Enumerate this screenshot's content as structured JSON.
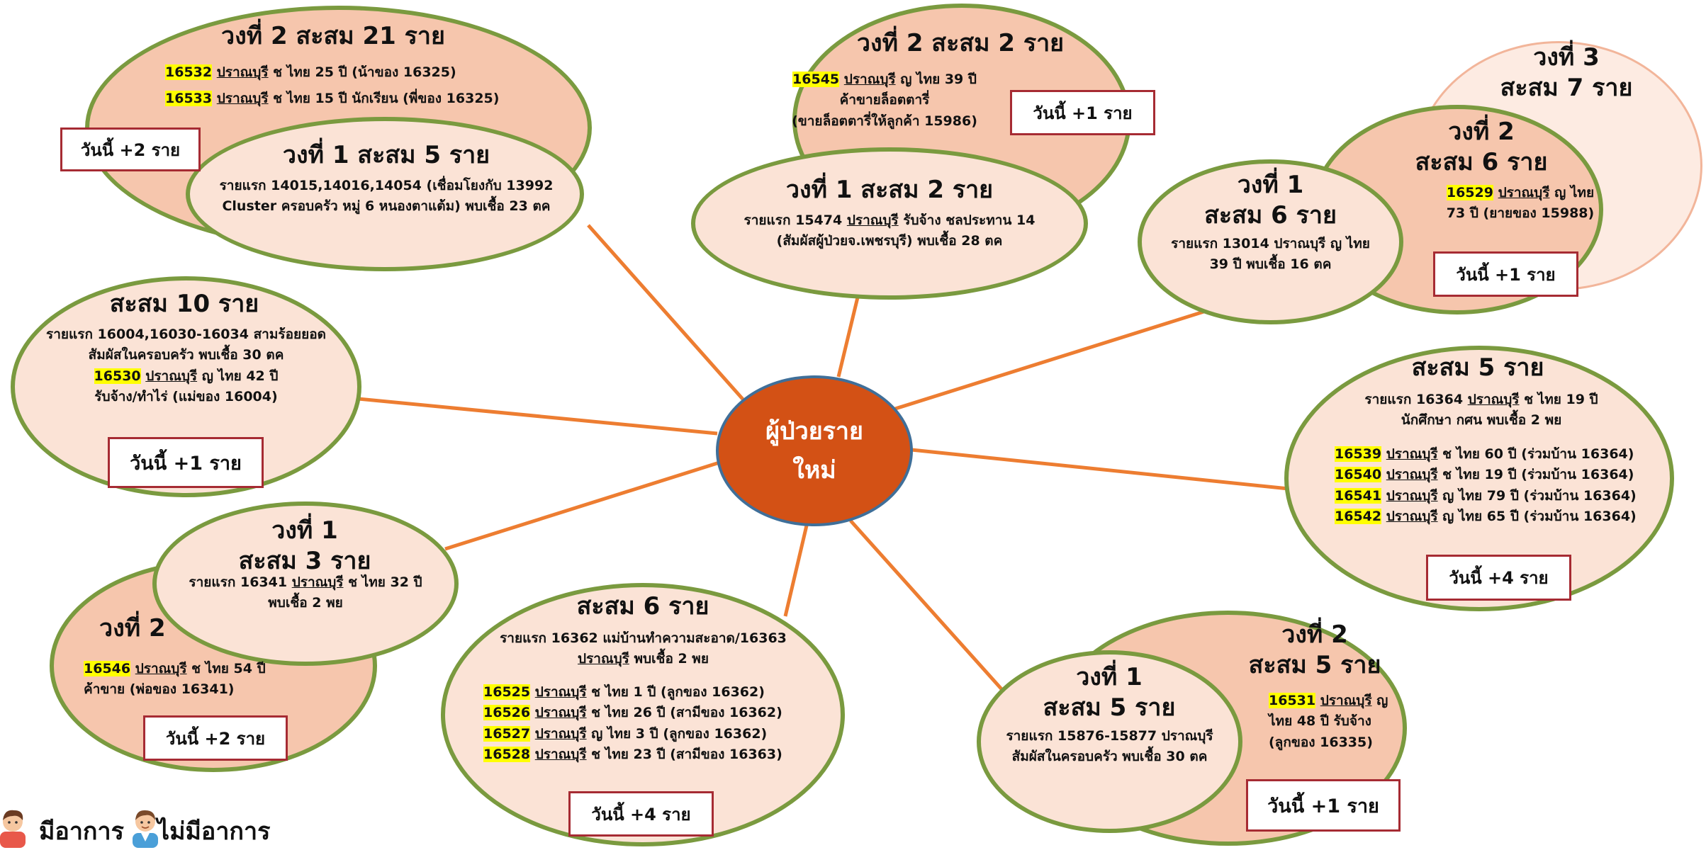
{
  "center": {
    "line1": "ผู้ป่วยราย",
    "line2": "ใหม่"
  },
  "colors": {
    "connector": "#ed7d31",
    "center_fill": "#d35115",
    "ring_border": "#7a9a3f",
    "ring_light": "#fbe3d6",
    "ring_dark": "#f6c6ad",
    "highlight": "#ffff00",
    "today_border": "#a62b33"
  },
  "c1": {
    "wave2_title": "วงที่ 2 สะสม 21 ราย",
    "wave2_line1": {
      "id": "16532",
      "loc": "ปราณบุรี",
      "rest": " ช ไทย 25 ปี (น้าของ 16325)"
    },
    "wave2_line2": {
      "id": "16533",
      "loc": "ปราณบุรี",
      "rest": " ช ไทย 15 ปี  นักเรียน (พี่ของ 16325)"
    },
    "today": "วันนี้ +2 ราย",
    "wave1_title": "วงที่ 1 สะสม 5 ราย",
    "wave1_line1": "รายแรก 14015,14016,14054 (เชื่อมโยงกับ 13992",
    "wave1_line2": "Cluster ครอบครัว หมู่ 6 หนองตาแต้ม) พบเชื้อ 23 ตค"
  },
  "c2": {
    "wave2_title": "วงที่ 2 สะสม 2 ราย",
    "wave2_line1": {
      "id": "16545",
      "loc": "ปราณบุรี",
      "rest": " ญ ไทย 39 ปี"
    },
    "wave2_line2": "ค้าขายล็อตตารี่",
    "wave2_line3": "(ขายล็อตตารี่ให้ลูกค้า 15986)",
    "today": "วันนี้ +1 ราย",
    "wave1_title": "วงที่ 1 สะสม 2 ราย",
    "wave1_line1": {
      "pre": "รายแรก 15474 ",
      "loc": "ปราณบุรี",
      "rest": " รับจ้าง ชลประทาน 14"
    },
    "wave1_line2": "(สัมผัสผู้ป่วยจ.เพชรบุรี) พบเชื้อ 28 ตค"
  },
  "c3": {
    "wave3_title_1": "วงที่ 3",
    "wave3_title_2": "สะสม 7 ราย",
    "wave2_title_1": "วงที่ 2",
    "wave2_title_2": "สะสม 6 ราย",
    "wave2_line1": {
      "id": "16529",
      "loc": "ปราณบุรี",
      "rest": " ญ ไทย"
    },
    "wave2_line2": "73 ปี (ยายของ 15988)",
    "today": "วันนี้ +1 ราย",
    "wave1_title_1": "วงที่ 1",
    "wave1_title_2": "สะสม 6 ราย",
    "wave1_line1": "รายแรก 13014 ปราณบุรี ญ ไทย",
    "wave1_line2": "39 ปี พบเชื้อ 16 ตค"
  },
  "c4": {
    "title": "สะสม 10 ราย",
    "line1": "รายแรก 16004,16030-16034 สามร้อยยอด",
    "line2": "สัมผัสในครอบครัว พบเชื้อ 30 ตค",
    "line3": {
      "id": "16530",
      "loc": "ปราณบุรี",
      "rest": " ญ ไทย 42 ปี"
    },
    "line4": "รับจ้าง/ทำไร่ (แม่ของ 16004)",
    "today": "วันนี้ +1 ราย"
  },
  "c5": {
    "title": "สะสม 5 ราย",
    "line1": {
      "pre": "รายแรก 16364 ",
      "loc": "ปราณบุรี",
      "rest": " ช ไทย 19 ปี"
    },
    "line2": "นักศึกษา กศน พบเชื้อ 2 พย",
    "rows": [
      {
        "id": "16539",
        "loc": "ปราณบุรี",
        "rest": " ช ไทย 60 ปี (ร่วมบ้าน 16364)"
      },
      {
        "id": "16540",
        "loc": "ปราณบุรี",
        "rest": " ช ไทย 19 ปี (ร่วมบ้าน 16364)"
      },
      {
        "id": "16541",
        "loc": "ปราณบุรี",
        "rest": " ญ ไทย 79 ปี (ร่วมบ้าน 16364)"
      },
      {
        "id": "16542",
        "loc": "ปราณบุรี",
        "rest": " ญ ไทย 65 ปี (ร่วมบ้าน 16364)"
      }
    ],
    "today": "วันนี้ +4 ราย"
  },
  "c6": {
    "wave2_title": "วงที่ 2",
    "wave2_line1": {
      "id": "16546",
      "loc": "ปราณบุรี",
      "rest": " ช ไทย 54 ปี"
    },
    "wave2_line2": "ค้าขาย (พ่อของ 16341)",
    "today": "วันนี้ +2 ราย",
    "wave1_title_1": "วงที่ 1",
    "wave1_title_2": "สะสม 3 ราย",
    "wave1_line1": {
      "pre": "รายแรก 16341 ",
      "loc": "ปราณบุรี",
      "rest": " ช ไทย 32 ปี"
    },
    "wave1_line2": "พบเชื้อ 2 พย"
  },
  "c7": {
    "title": "สะสม 6 ราย",
    "line1": "รายแรก 16362 แม่บ้านทำความสะอาด/16363",
    "line2": {
      "loc": "ปราณบุรี",
      "rest": " พบเชื้อ 2 พย"
    },
    "rows": [
      {
        "id": "16525",
        "loc": "ปราณบุรี",
        "rest": " ช ไทย 1 ปี (ลูกของ 16362)"
      },
      {
        "id": "16526",
        "loc": "ปราณบุรี",
        "rest": " ช ไทย 26 ปี (สามีของ 16362)"
      },
      {
        "id": "16527",
        "loc": "ปราณบุรี",
        "rest": " ญ ไทย 3 ปี (ลูกของ 16362)"
      },
      {
        "id": "16528",
        "loc": "ปราณบุรี",
        "rest": " ช ไทย 23 ปี (สามีของ 16363)"
      }
    ],
    "today": "วันนี้ +4 ราย"
  },
  "c8": {
    "wave2_title_1": "วงที่ 2",
    "wave2_title_2": "สะสม 5 ราย",
    "wave2_line1": {
      "id": "16531",
      "loc": "ปราณบุรี",
      "rest": " ญ"
    },
    "wave2_line2": "ไทย 48 ปี รับจ้าง",
    "wave2_line3": "(ลูกของ 16335)",
    "today": "วันนี้ +1 ราย",
    "wave1_title_1": "วงที่ 1",
    "wave1_title_2": "สะสม 5 ราย",
    "wave1_line1": "รายแรก 15876-15877 ปราณบุรี",
    "wave1_line2": "สัมผัสในครอบครัว พบเชื้อ 30 ตค"
  },
  "legend": {
    "symptomatic": "มีอาการ",
    "asymptomatic": "ไม่มีอาการ"
  }
}
